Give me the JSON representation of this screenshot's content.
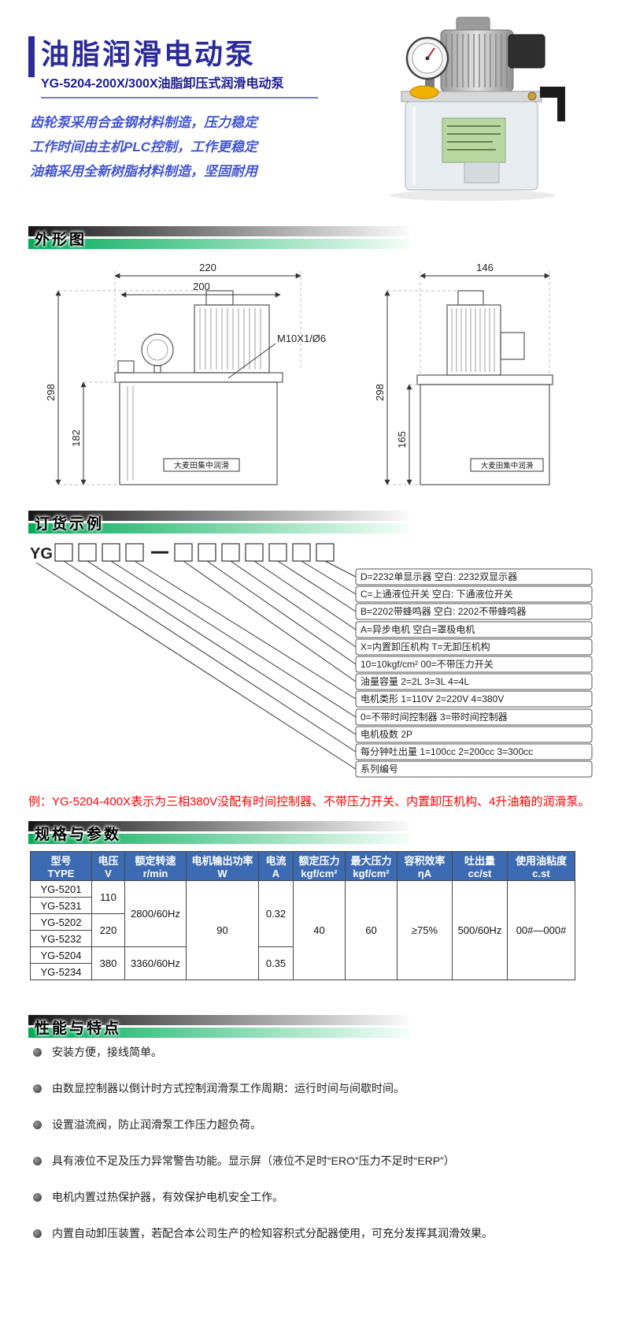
{
  "header": {
    "title": "油脂润滑电动泵",
    "subtitle": "YG-5204-200X/300X油脂卸压式润滑电动泵",
    "intro_lines": [
      "齿轮泵采用合金钢材料制造，压力稳定",
      "工作时间由主机PLC控制，工作更稳定",
      "油箱采用全新树脂材料制造，坚固耐用"
    ]
  },
  "section_titles": {
    "outline": "外形图",
    "ordering": "订货示例",
    "specs": "规格与参数",
    "features": "性能与特点"
  },
  "drawing_left": {
    "dim_width_outer": "220",
    "dim_width_inner": "200",
    "dim_height_outer": "298",
    "dim_height_inner": "182",
    "thread_label": "M10X1/Ø6",
    "tank_label": "大麦田集中润滑"
  },
  "drawing_right": {
    "dim_width": "146",
    "dim_height_outer": "298",
    "dim_height_inner": "165",
    "tank_label": "大麦田集中润滑"
  },
  "ordering": {
    "prefix": "YG",
    "labels": [
      "D=2232单显示器  空白: 2232双显示器",
      "C=上通液位开关  空白: 下通液位开关",
      "B=2202带蜂鸣器  空白: 2202不带蜂鸣器",
      "A=异步电机  空白=罩极电机",
      "X=内置卸压机构  T=无卸压机构",
      "10=10kgf/cm²  00=不带压力开关",
      "油量容量 2=2L 3=3L 4=4L",
      "电机类形 1=110V 2=220V 4=380V",
      "0=不带时间控制器 3=带时间控制器",
      "电机极数 2P",
      "每分钟吐出量 1=100cc 2=200cc 3=300cc",
      "系列编号"
    ],
    "example_note": "例：YG-5204-400X表示为三相380V没配有时间控制器、不带压力开关、内置卸压机构、4升油箱的润滑泵。"
  },
  "spec_table": {
    "headers": [
      {
        "line1": "型号",
        "line2": "TYPE"
      },
      {
        "line1": "电压",
        "line2": "V"
      },
      {
        "line1": "额定转速",
        "line2": "r/min"
      },
      {
        "line1": "电机输出功率",
        "line2": "W"
      },
      {
        "line1": "电流",
        "line2": "A"
      },
      {
        "line1": "额定压力",
        "line2": "kgf/cm²"
      },
      {
        "line1": "最大压力",
        "line2": "kgf/cm²"
      },
      {
        "line1": "容积效率",
        "line2": "ηA"
      },
      {
        "line1": "吐出量",
        "line2": "cc/st"
      },
      {
        "line1": "使用油粘度",
        "line2": "c.st"
      }
    ],
    "models": [
      "YG-5201",
      "YG-5231",
      "YG-5202",
      "YG-5232",
      "YG-5204",
      "YG-5234"
    ],
    "voltage_110": "110",
    "voltage_220": "220",
    "voltage_380": "380",
    "speed_low": "2800/60Hz",
    "speed_high": "3360/60Hz",
    "power": "90",
    "current_low": "0.32",
    "current_high": "0.35",
    "rated_pressure": "40",
    "max_pressure": "60",
    "efficiency": "≥75%",
    "discharge": "500/60Hz",
    "viscosity": "00#—000#"
  },
  "features": [
    "安装方便，接线简单。",
    "由数显控制器以倒计时方式控制润滑泵工作周期：运行时间与间歇时间。",
    "设置溢流阀，防止润滑泵工作压力超负荷。",
    "具有液位不足及压力异常警告功能。显示屏（液位不足时“ERO”压力不足时“ERP”）",
    "电机内置过热保护器，有效保护电机安全工作。",
    "内置自动卸压装置，若配合本公司生产的检知容积式分配器使用，可充分发挥其润滑效果。"
  ],
  "colors": {
    "title_blue": "#2b2b9b",
    "table_header_blue": "#3d6bb3",
    "green_bar": "#00ab57",
    "note_red": "#ff0000"
  }
}
